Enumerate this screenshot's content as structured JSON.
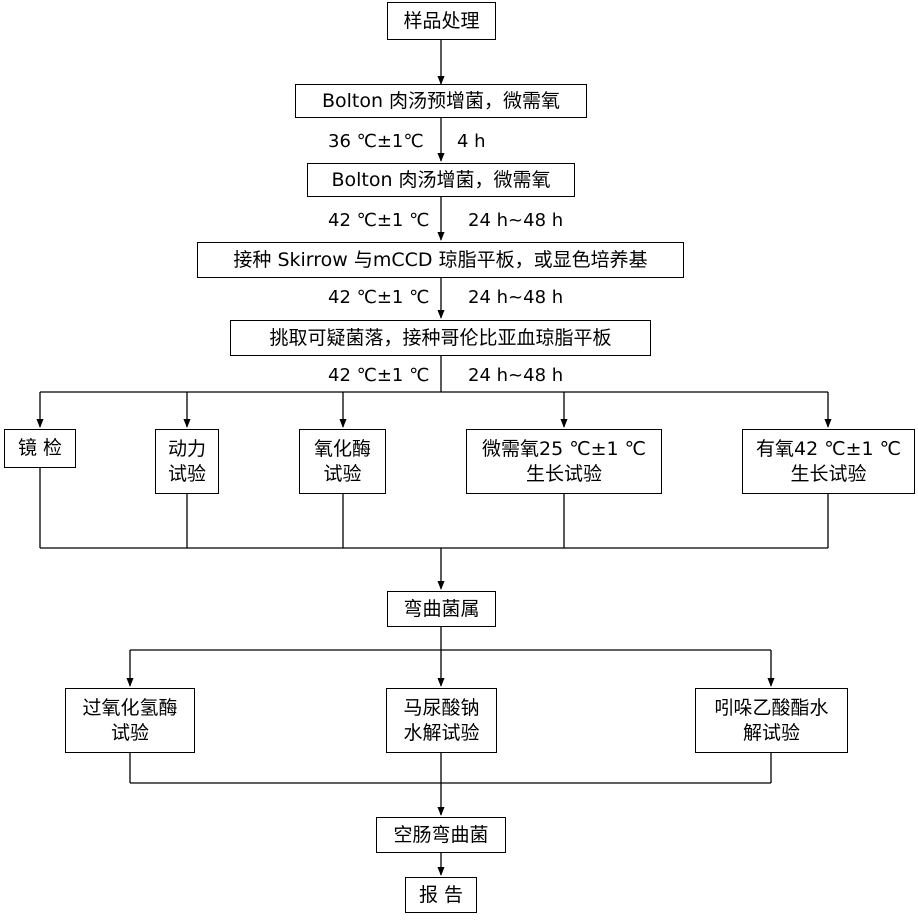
{
  "nodes": {
    "sample_processing": [
      "样品处理"
    ],
    "pre_enrichment": [
      "Bolton 肉汤预增菌，微需氧"
    ],
    "enrichment": [
      "Bolton 肉汤增菌，微需氧"
    ],
    "plating": [
      "接种 Skirrow 与mCCD 琼脂平板，或显色培养基"
    ],
    "pick_colonies": [
      "挑取可疑菌落，接种哥伦比亚血琼脂平板"
    ],
    "microscopy": [
      "镜 检"
    ],
    "motility_test": [
      "动力",
      "试验"
    ],
    "oxidase_test": [
      "氧化酶",
      "试验"
    ],
    "microaerobic_growth_test": [
      "微需氧25 ℃±1 ℃",
      "生长试验"
    ],
    "aerobic_growth_test": [
      "有氧42 ℃±1 ℃",
      "生长试验"
    ],
    "campylobacter_genus": [
      "弯曲菌属"
    ],
    "catalase_test": [
      "过氧化氢酶",
      "试验"
    ],
    "hippurate_test": [
      "马尿酸钠",
      "水解试验"
    ],
    "indoxyl_acetate_test": [
      "吲哚乙酸酯水",
      "解试验"
    ],
    "campylobacter_jejuni": [
      "空肠弯曲菌"
    ],
    "report": [
      "报 告"
    ]
  },
  "conditions": {
    "c1_temp": "36 ℃±1℃",
    "c1_time": "4 h",
    "c2_temp": "42 ℃±1 ℃",
    "c2_time": "24 h~48 h",
    "c3_temp": "42 ℃±1 ℃",
    "c3_time": "24 h~48 h",
    "c4_temp": "42 ℃±1 ℃",
    "c4_time": "24 h~48 h"
  },
  "colors": {
    "line": "#000000",
    "box_border": "#000000",
    "background": "#ffffff"
  }
}
